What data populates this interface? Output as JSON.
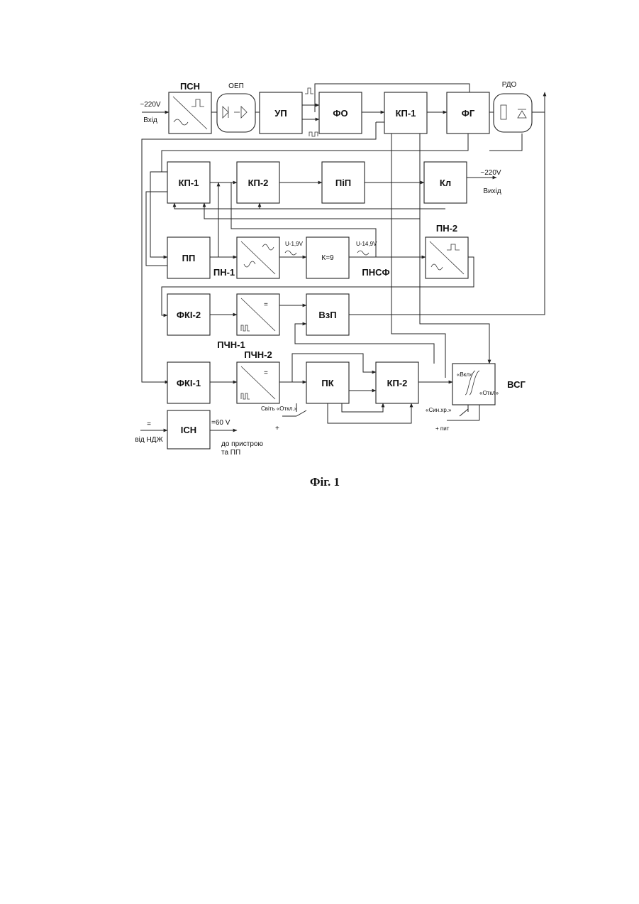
{
  "blocks": {
    "psn": "ПСН",
    "oep": "ОЕП",
    "up": "УП",
    "fo": "ФО",
    "kp1_top": "КП-1",
    "fg": "ФГ",
    "rdo": "РДО",
    "kp1_mid": "КП-1",
    "kp2_mid": "КП-2",
    "pip": "ПіП",
    "kl": "Кл",
    "pp": "ПП",
    "pn1": "ПН-1",
    "k9": "К=9",
    "pnsf": "ПНСФ",
    "pn2": "ПН-2",
    "fki2": "ФКІ-2",
    "pchn1": "ПЧН-1",
    "vzp": "ВзП",
    "fki1": "ФКІ-1",
    "pchn2": "ПЧН-2",
    "pk": "ПК",
    "kp2_low": "КП-2",
    "vsg": "ВСГ",
    "isn": "ІСН"
  },
  "labels": {
    "input_voltage": "~220V",
    "input": "Вхід",
    "output_voltage": "~220V",
    "output": "Вихід",
    "u19": "U-1,9V",
    "u149": "U-14,9V",
    "dc_symbol": "=",
    "from_ndzh": "від НДЖ",
    "v60": "=60 V",
    "to_device_1": "до пристрою",
    "to_device_2": "та ПП",
    "svet_otkl": "Світь «Откл.»",
    "sinkhr": "«Син.хр.»",
    "plus1": "+",
    "plus_pit": "+ пит",
    "vsg_on": "«Вкл»",
    "vsg_off": "«Откл»"
  },
  "caption": "Фіг. 1"
}
